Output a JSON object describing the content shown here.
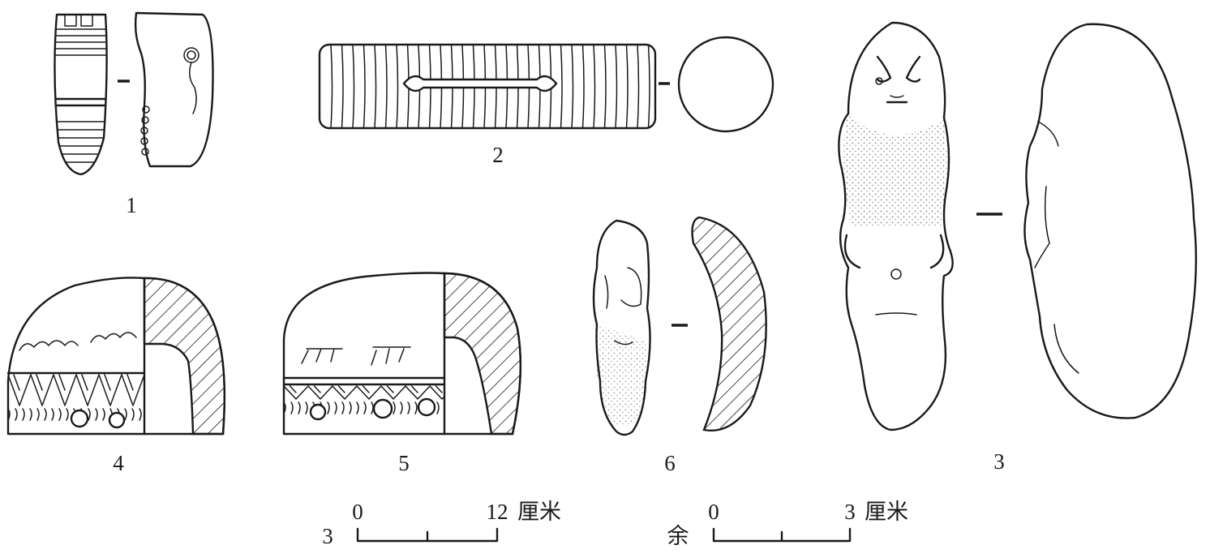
{
  "figure_labels": {
    "f1": "1",
    "f2": "2",
    "f3": "3",
    "f4": "4",
    "f5": "5",
    "f6": "6"
  },
  "scale_bars": [
    {
      "applies_to": "3",
      "start": "0",
      "end": "12",
      "unit": "厘米"
    },
    {
      "applies_to": "余",
      "start": "0",
      "end": "3",
      "unit": "厘米"
    }
  ],
  "colors": {
    "ink": "#1a1a1a",
    "paper": "#ffffff"
  }
}
